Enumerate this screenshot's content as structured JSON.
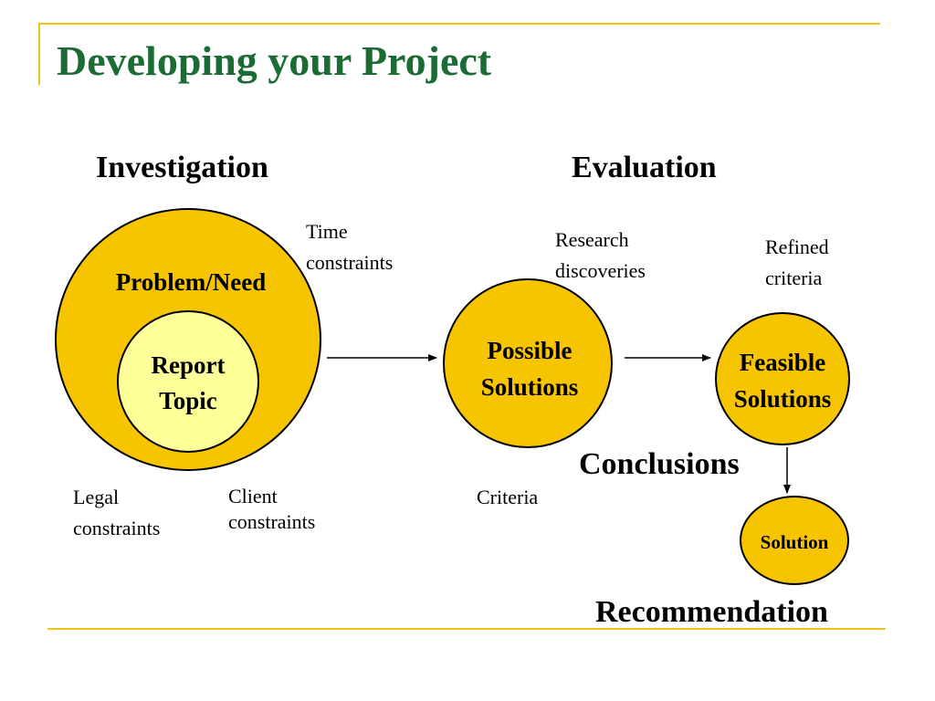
{
  "title": "Developing your Project",
  "colors": {
    "title": "#1a6b34",
    "frame": "#f0c419",
    "circle_fill": "#f7c400",
    "inner_fill": "#ffff99",
    "stroke": "#000000"
  },
  "headings": {
    "investigation": "Investigation",
    "evaluation": "Evaluation",
    "conclusions": "Conclusions",
    "recommendation": "Recommendation"
  },
  "circles": {
    "problem_need": "Problem/Need",
    "report_topic": "Report\nTopic",
    "possible_solutions": "Possible\nSolutions",
    "feasible_solutions": "Feasible\nSolutions",
    "solution": "Solution"
  },
  "labels": {
    "time_constraints": "Time\nconstraints",
    "legal_constraints": "Legal\nconstraints",
    "client_constraints": "Client\nconstraints",
    "research_discoveries": "Research\ndiscoveries",
    "refined_criteria": "Refined\ncriteria",
    "criteria": "Criteria"
  }
}
